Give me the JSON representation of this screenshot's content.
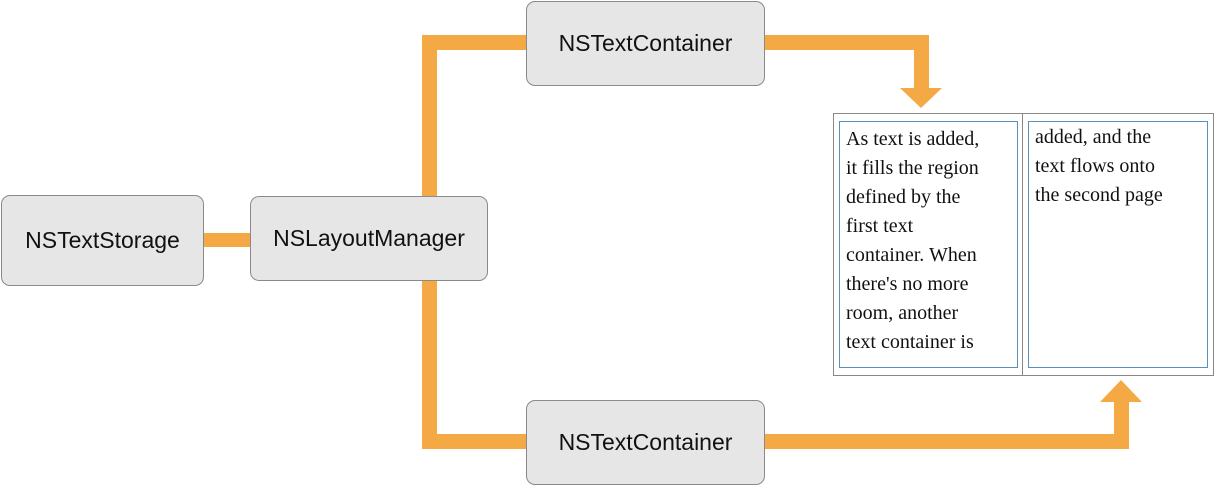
{
  "diagram": {
    "nodes": {
      "text_storage": "NSTextStorage",
      "layout_manager": "NSLayoutManager",
      "text_container_top": "NSTextContainer",
      "text_container_bottom": "NSTextContainer"
    },
    "page_left_lines": [
      "As text is added,",
      "it fills the region",
      "defined by the",
      "first text",
      "container. When",
      "there's no more",
      "room, another",
      "text container is"
    ],
    "page_right_lines": [
      "added, and the",
      "text flows onto",
      "the second page"
    ],
    "colors": {
      "connector": "#f5a944",
      "box_fill": "#e6e6e6",
      "page_border": "#888888",
      "container_border": "#5b8fc0"
    }
  }
}
